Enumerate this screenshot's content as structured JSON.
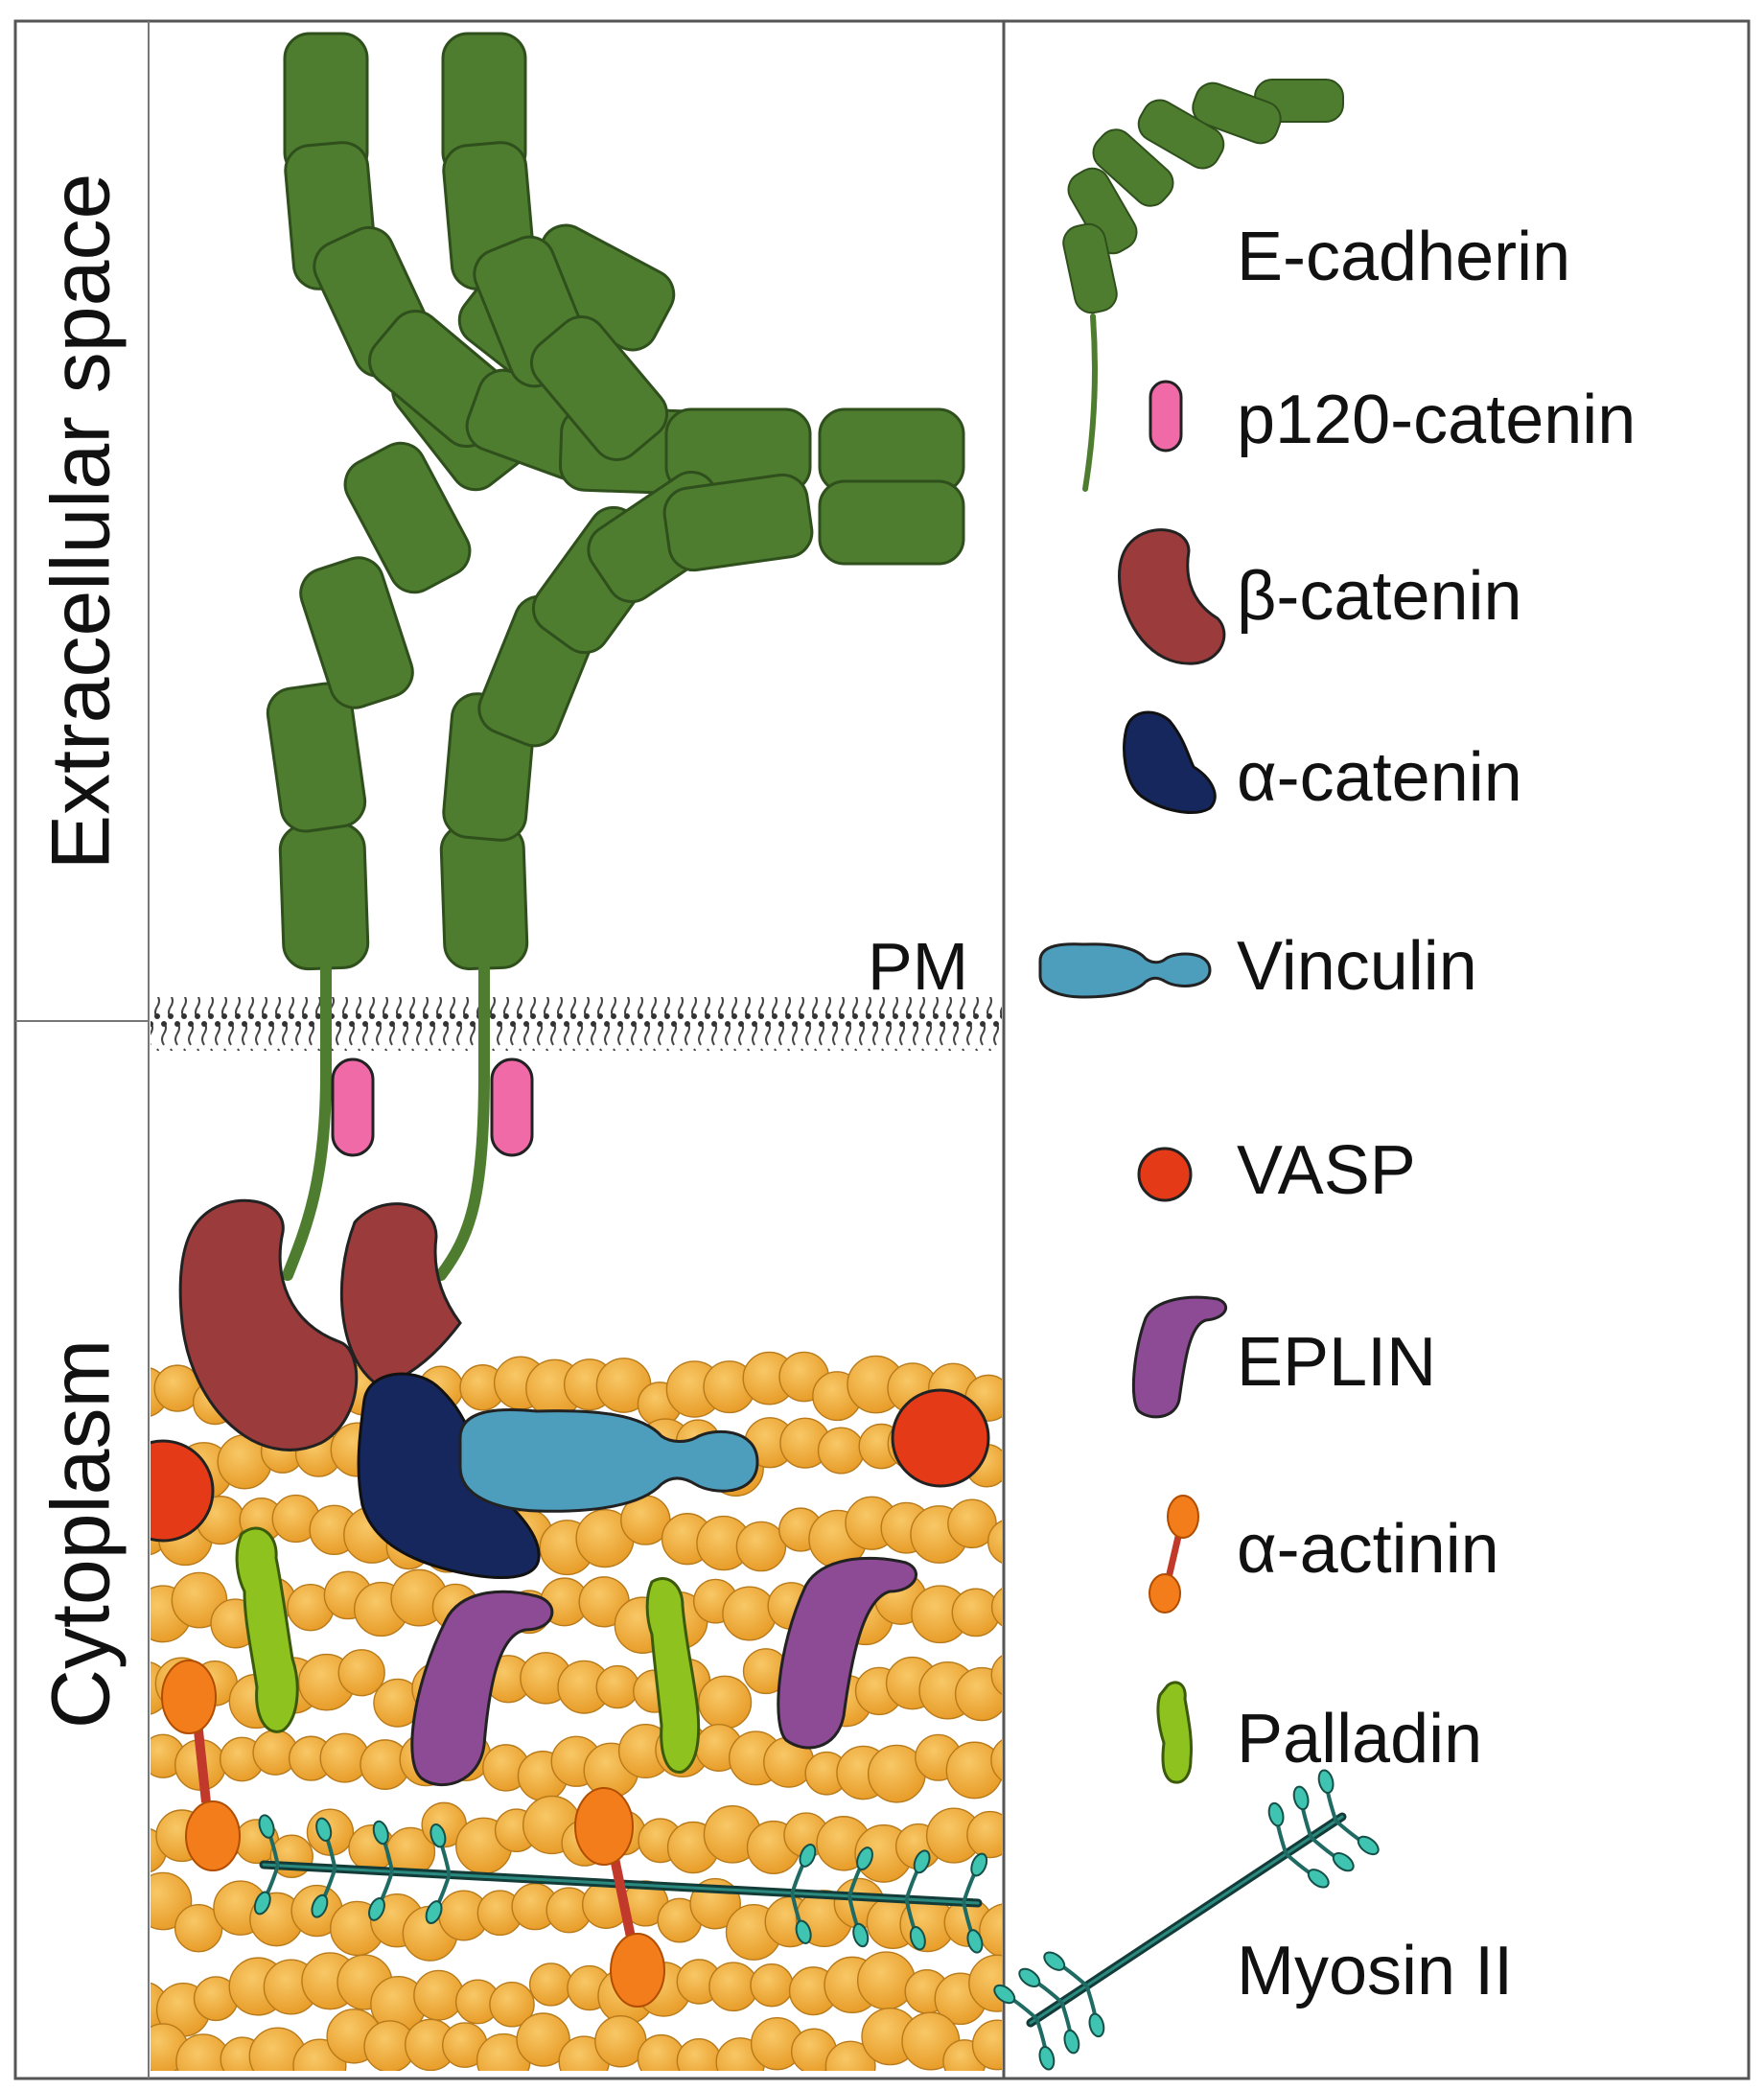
{
  "regions": {
    "extracellular": "Extracellular space",
    "cytoplasm": "Cytoplasm",
    "membrane": "PM"
  },
  "legend": [
    {
      "id": "e-cadherin",
      "label": "E-cadherin",
      "color": "#4e7d2f"
    },
    {
      "id": "p120-catenin",
      "label": "p120-catenin",
      "color": "#f06aa8"
    },
    {
      "id": "beta-catenin",
      "label": "β-catenin",
      "color": "#9c3b3b"
    },
    {
      "id": "alpha-catenin",
      "label": "α-catenin",
      "color": "#16275e"
    },
    {
      "id": "vinculin",
      "label": "Vinculin",
      "color": "#4d9dbc"
    },
    {
      "id": "vasp",
      "label": "VASP",
      "color": "#e53a17"
    },
    {
      "id": "eplin",
      "label": "EPLIN",
      "color": "#8d4a95"
    },
    {
      "id": "alpha-actinin",
      "label": "α-actinin",
      "color": "#f47d1b"
    },
    {
      "id": "palladin",
      "label": "Palladin",
      "color": "#8ec21f"
    },
    {
      "id": "myosin-ii",
      "label": "Myosin II",
      "color": "#1f6b63"
    }
  ],
  "colors": {
    "actin": "#f2ad3c",
    "actin_edge": "#b87a1a",
    "cadherin_edge": "#2f4f1c"
  }
}
